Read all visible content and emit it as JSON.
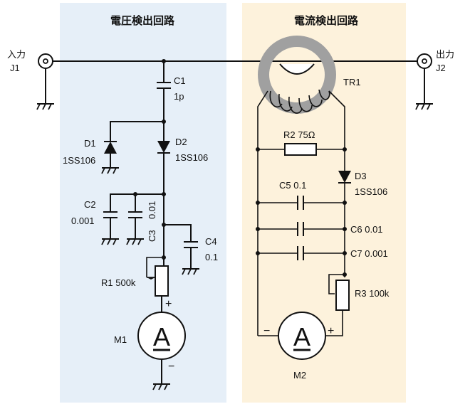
{
  "sections": {
    "voltage_title": "電圧検出回路",
    "current_title": "電流検出回路"
  },
  "colors": {
    "voltage_bg": "#e6eff8",
    "current_bg": "#fdf2dc",
    "wire": "#111111",
    "toroid": "#a0a0a0"
  },
  "connectors": {
    "input_label": "入力",
    "input_ref": "J1",
    "output_label": "出力",
    "output_ref": "J2"
  },
  "components": {
    "c1_ref": "C1",
    "c1_val": "1p",
    "d1_ref": "D1",
    "d1_val": "1SS106",
    "d2_ref": "D2",
    "d2_val": "1SS106",
    "c2_ref": "C2",
    "c2_val": "0.001",
    "c3_ref": "C3",
    "c3_val": "0.01",
    "c4_ref": "C4",
    "c4_val": "0.1",
    "r1_label": "R1 500k",
    "m1_ref": "M1",
    "tr1_ref": "TR1",
    "r2_label": "R2  75Ω",
    "d3_ref": "D3",
    "d3_val": "1SS106",
    "c5_label": "C5  0.1",
    "c6_label": "C6  0.01",
    "c7_label": "C7  0.001",
    "r3_label": "R3 100k",
    "m2_ref": "M2",
    "meter_symbol": "A",
    "plus": "+",
    "minus": "−"
  },
  "icons": [
    "coax-connector-icon",
    "ground-icon",
    "capacitor-icon",
    "diode-icon",
    "resistor-icon",
    "potentiometer-icon",
    "ammeter-icon",
    "toroid-transformer-icon"
  ]
}
